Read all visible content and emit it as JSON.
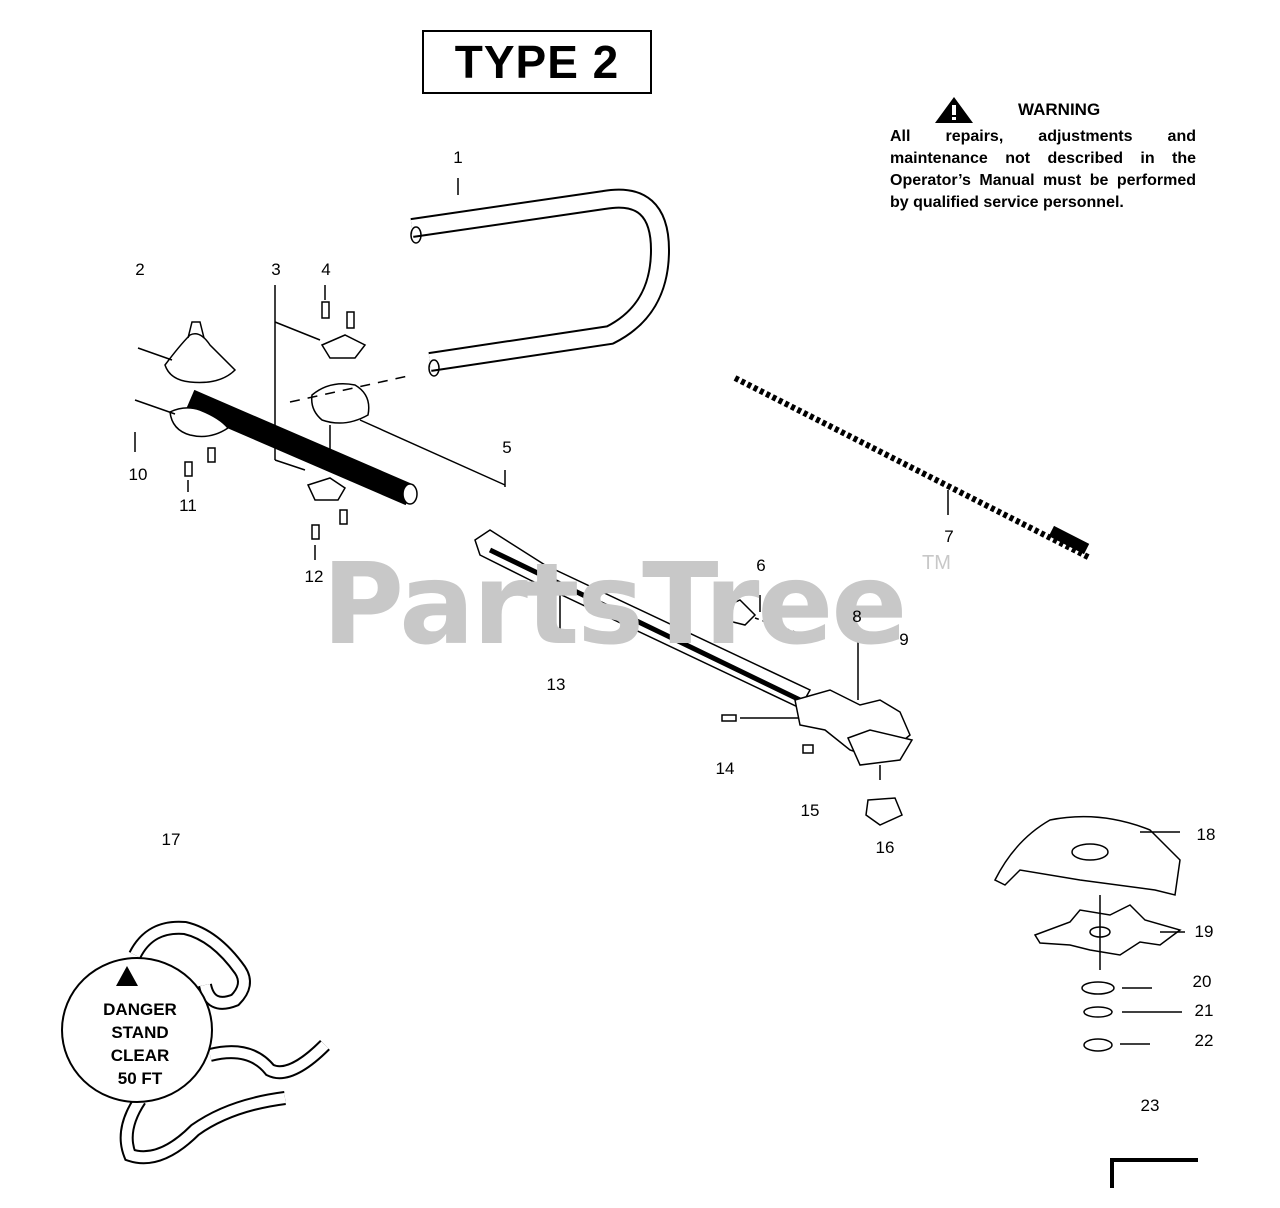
{
  "title": "TYPE 2",
  "warning": {
    "heading": "WARNING",
    "text": "All repairs, adjustments and maintenance not described in the Operator’s Manual must be performed by qualified service personnel.",
    "icon": "warning-triangle-icon"
  },
  "watermark": {
    "text": "PartsTree",
    "tm": "TM"
  },
  "danger_label": {
    "line1": "DANGER",
    "line2": "STAND",
    "line3": "CLEAR",
    "line4": "50 FT"
  },
  "part_numbers": [
    "1",
    "2",
    "3",
    "4",
    "5",
    "6",
    "7",
    "8",
    "9",
    "10",
    "11",
    "12",
    "13",
    "14",
    "15",
    "16",
    "17",
    "18",
    "19",
    "20",
    "21",
    "22",
    "23"
  ]
}
